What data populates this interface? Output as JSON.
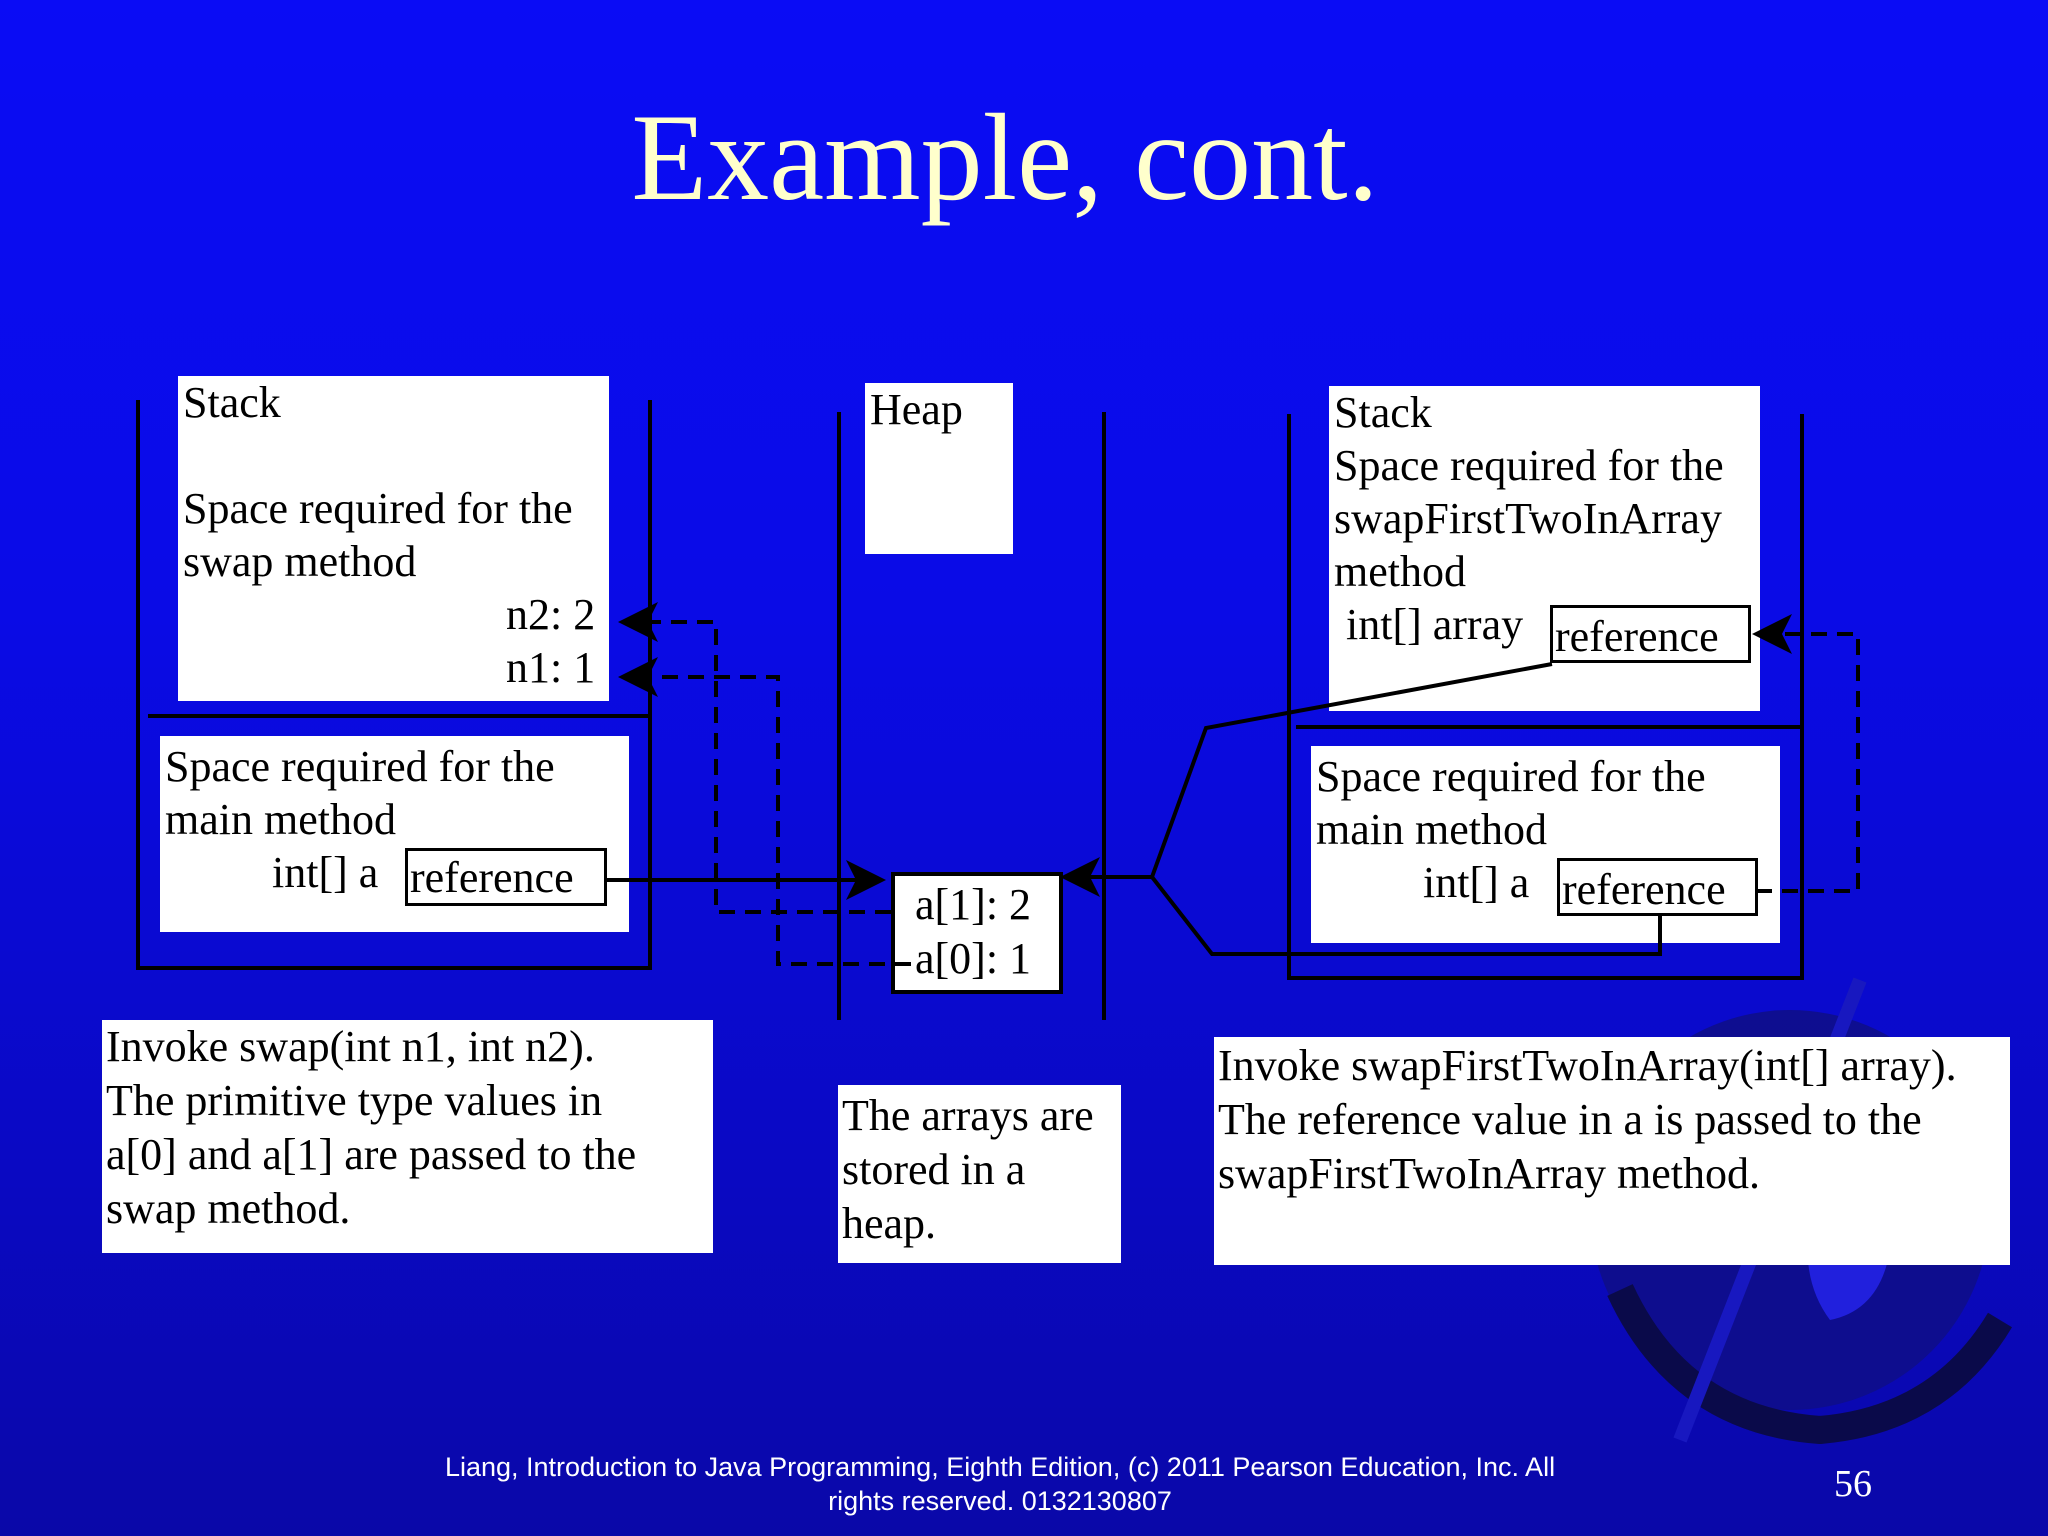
{
  "slide": {
    "title": "Example, cont.",
    "page_number": "56",
    "footer": {
      "line1": "Liang, Introduction to Java Programming, Eighth Edition, (c) 2011 Pearson Education, Inc. All",
      "line2": "rights reserved. 0132130807"
    }
  },
  "left_stack": {
    "label": "Stack",
    "swap_frame": {
      "line1": "Space required for the",
      "line2": "swap method",
      "n2": "n2: 2",
      "n1": "n1: 1"
    },
    "main_frame": {
      "line1": "Space required for the",
      "line2": "main method",
      "var_label": "int[] a",
      "ref_label": "reference"
    }
  },
  "heap": {
    "label": "Heap",
    "a1": "a[1]: 2",
    "a0": "a[0]: 1"
  },
  "right_stack": {
    "label": "Stack",
    "swap_frame": {
      "line1": "Space required for the",
      "line2": "swapFirstTwoInArray",
      "line3": "method",
      "var_label": "int[] array",
      "ref_label": "reference"
    },
    "main_frame": {
      "line1": "Space required for the",
      "line2": "main method",
      "var_label": "int[] a",
      "ref_label": "reference"
    }
  },
  "captions": {
    "left": [
      "Invoke swap(int n1, int n2).",
      "The primitive type values in",
      "a[0] and a[1] are passed to  the",
      "swap method."
    ],
    "middle": [
      "The arrays are",
      "stored in a",
      "heap."
    ],
    "right": [
      "Invoke swapFirstTwoInArray(int[] array).",
      "The reference value in a is passed to  the",
      "swapFirstTwoInArray method."
    ]
  },
  "colors": {
    "background": "#0a0ae6",
    "title": "#ffffcc",
    "box": "#ffffff",
    "line": "#000000"
  }
}
